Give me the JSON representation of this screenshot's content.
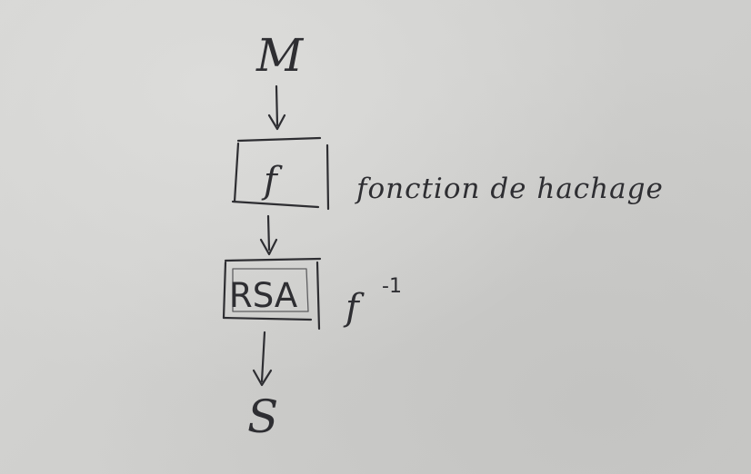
{
  "diagram": {
    "input_label": "M",
    "hash_box_label": "f",
    "hash_description": "fonction de hachage",
    "rsa_box_label": "RSA",
    "inverse_label": "f",
    "inverse_exponent": "-1",
    "output_label": "S"
  }
}
